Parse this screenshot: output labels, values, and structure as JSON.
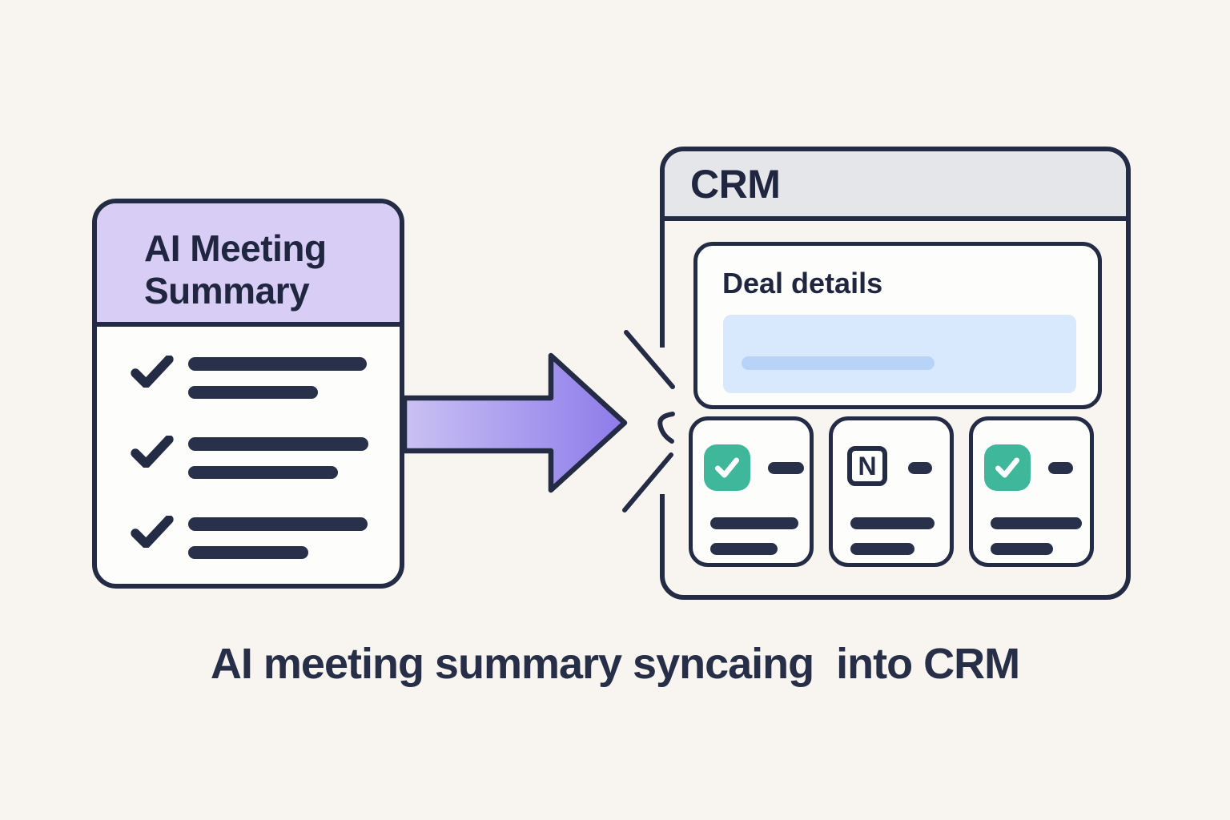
{
  "background_color": "#f8f5f0",
  "ink_color": "#242b45",
  "summary_card": {
    "title_line1": "AI Meeting",
    "title_line2": "Summary",
    "header_color": "#d7cdf5",
    "items": [
      {
        "icon": "check",
        "checked": true,
        "line_widths": [
          223,
          162
        ]
      },
      {
        "icon": "check",
        "checked": true,
        "line_widths": [
          225,
          187
        ]
      },
      {
        "icon": "check",
        "checked": true,
        "line_widths": [
          224,
          150
        ]
      }
    ]
  },
  "arrow": {
    "direction": "right",
    "gradient_from": "#cac1f3",
    "gradient_to": "#8d7bea"
  },
  "crm_window": {
    "title": "CRM",
    "titlebar_color": "#e4e6ea",
    "deal_panel": {
      "label": "Deal details",
      "field_color": "#d9e9fd",
      "field_pill_color": "#b7d3f8"
    },
    "record_cards": [
      {
        "icon": "check-badge",
        "accent_color": "#3eb79a",
        "dash_width": 45,
        "line_widths": [
          110,
          84
        ]
      },
      {
        "icon": "notion-n",
        "letter": "N",
        "dash_width": 30,
        "line_widths": [
          105,
          80
        ]
      },
      {
        "icon": "check-badge",
        "accent_color": "#3eb79a",
        "dash_width": 31,
        "line_widths": [
          114,
          78
        ]
      }
    ]
  },
  "caption": "AI meeting summary syncaing  into CRM"
}
